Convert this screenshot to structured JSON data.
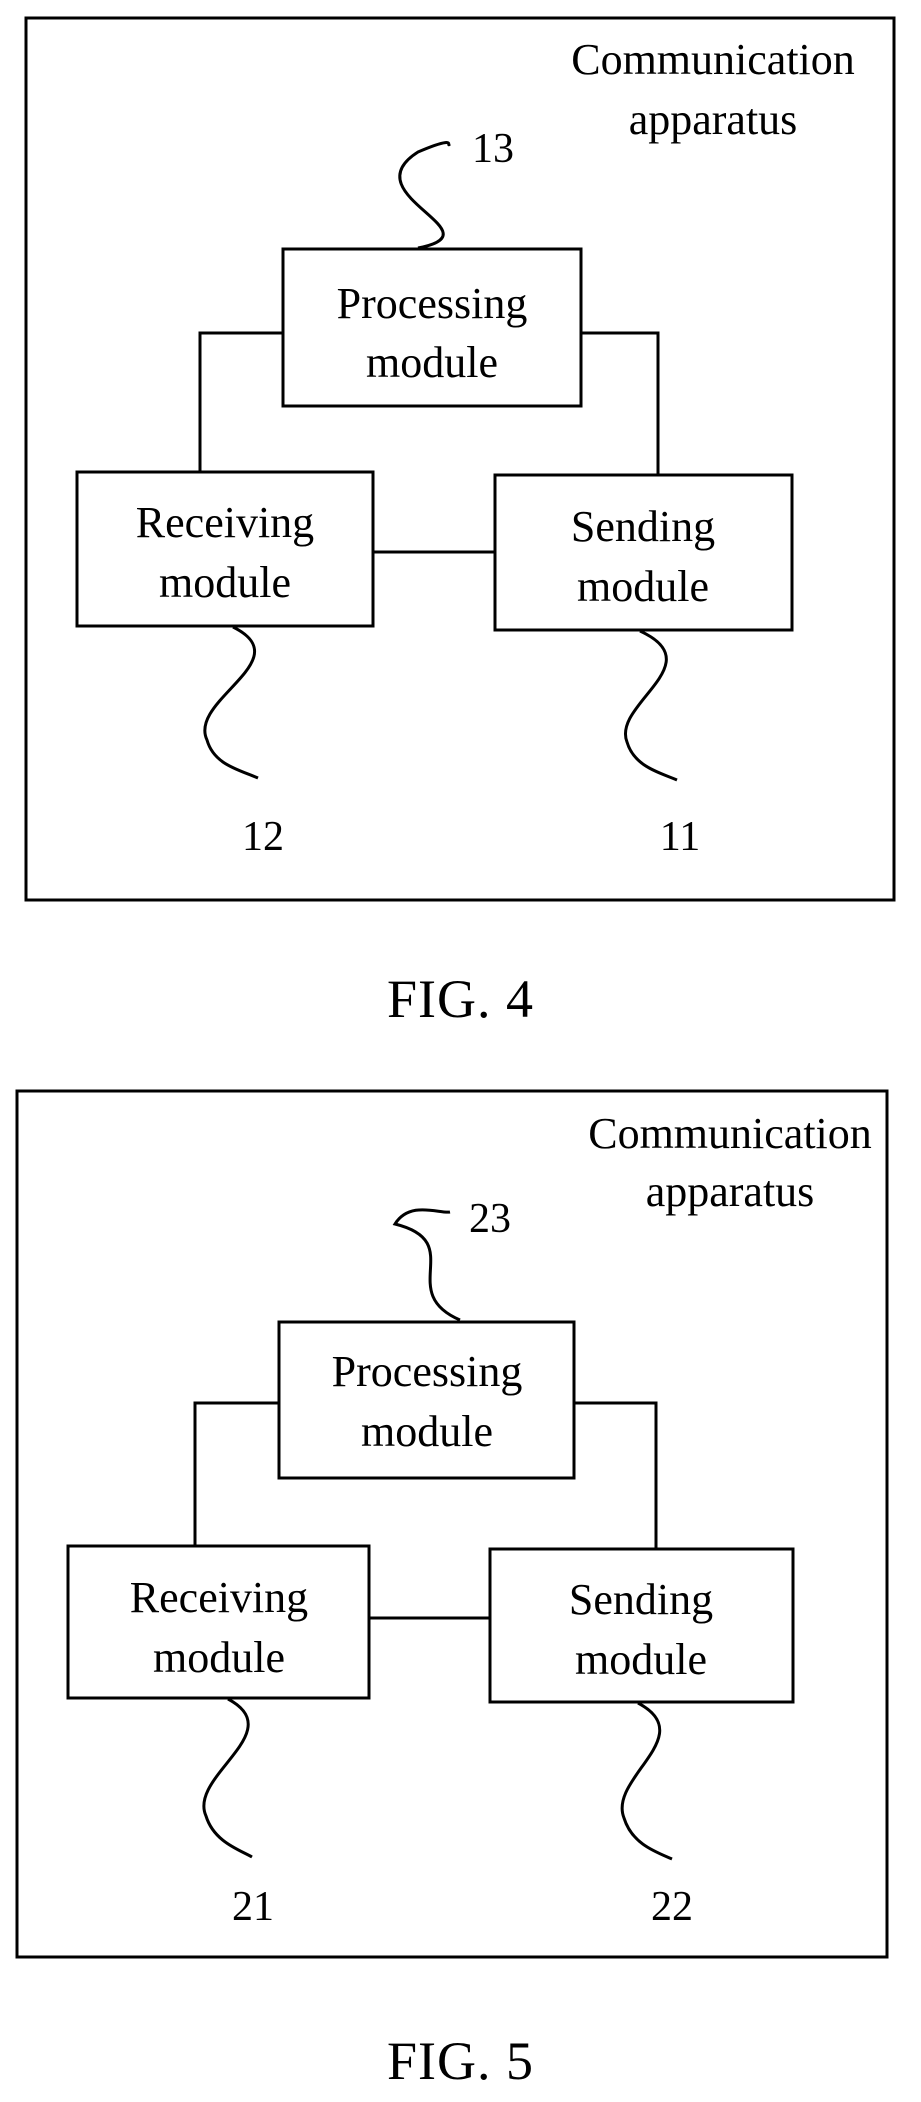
{
  "figures": [
    {
      "caption": "FIG. 4",
      "apparatus_label_line1": "Communication",
      "apparatus_label_line2": "apparatus",
      "processing": {
        "line1": "Processing",
        "line2": "module",
        "ref": "13"
      },
      "receiving": {
        "line1": "Receiving",
        "line2": "module",
        "ref": "12"
      },
      "sending": {
        "line1": "Sending",
        "line2": "module",
        "ref": "11"
      }
    },
    {
      "caption": "FIG. 5",
      "apparatus_label_line1": "Communication",
      "apparatus_label_line2": "apparatus",
      "processing": {
        "line1": "Processing",
        "line2": "module",
        "ref": "23"
      },
      "receiving": {
        "line1": "Receiving",
        "line2": "module",
        "ref": "21"
      },
      "sending": {
        "line1": "Sending",
        "line2": "module",
        "ref": "22"
      }
    }
  ],
  "colors": {
    "stroke": "#000000",
    "background": "#ffffff"
  }
}
